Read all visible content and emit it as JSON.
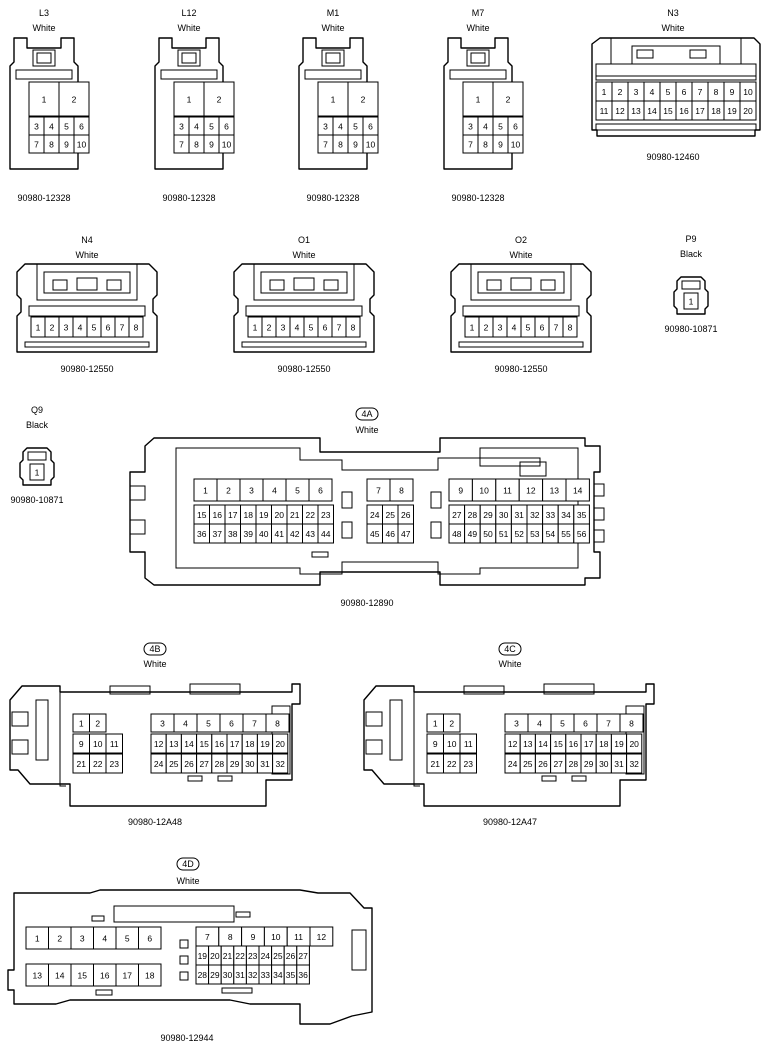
{
  "connectors": [
    {
      "id": "L3",
      "color": "White",
      "part": "90980-12328"
    },
    {
      "id": "L12",
      "color": "White",
      "part": "90980-12328"
    },
    {
      "id": "M1",
      "color": "White",
      "part": "90980-12328"
    },
    {
      "id": "M7",
      "color": "White",
      "part": "90980-12328"
    },
    {
      "id": "N3",
      "color": "White",
      "part": "90980-12460"
    },
    {
      "id": "N4",
      "color": "White",
      "part": "90980-12550"
    },
    {
      "id": "O1",
      "color": "White",
      "part": "90980-12550"
    },
    {
      "id": "O2",
      "color": "White",
      "part": "90980-12550"
    },
    {
      "id": "P9",
      "color": "Black",
      "part": "90980-10871"
    },
    {
      "id": "Q9",
      "color": "Black",
      "part": "90980-10871"
    },
    {
      "id": "4A",
      "color": "White",
      "part": "90980-12890"
    },
    {
      "id": "4B",
      "color": "White",
      "part": "90980-12A48"
    },
    {
      "id": "4C",
      "color": "White",
      "part": "90980-12A47"
    },
    {
      "id": "4D",
      "color": "White",
      "part": "90980-12944"
    }
  ]
}
